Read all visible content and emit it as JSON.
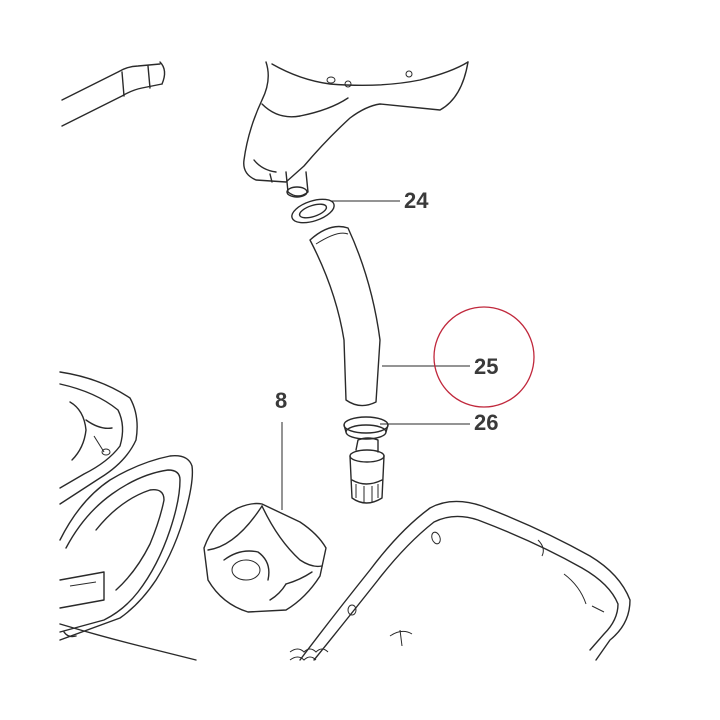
{
  "callouts": {
    "c24": "24",
    "c25": "25",
    "c26": "26",
    "c8": "8"
  },
  "highlight_color": "#c0283c",
  "ink_color": "#2a2a2a"
}
